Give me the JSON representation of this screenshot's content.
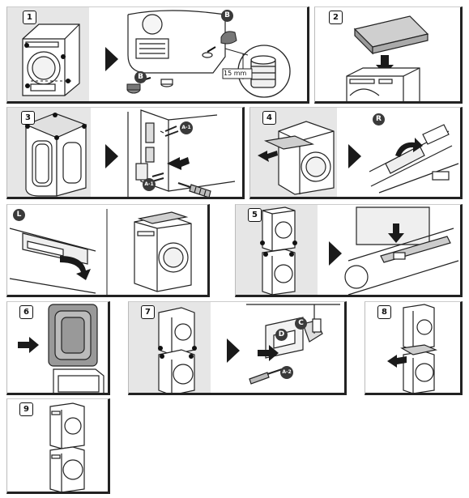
{
  "steps": [
    {
      "number": "1",
      "callouts": [
        "B",
        "B"
      ],
      "dimension": "15 mm"
    },
    {
      "number": "2"
    },
    {
      "number": "3",
      "callouts": [
        "A-1",
        "A-1"
      ]
    },
    {
      "number": "4",
      "callouts": [
        "R"
      ]
    },
    {
      "number": "",
      "callouts": [
        "L"
      ]
    },
    {
      "number": "5"
    },
    {
      "number": "6"
    },
    {
      "number": "7",
      "callouts": [
        "C",
        "D",
        "A-2"
      ]
    },
    {
      "number": "8"
    },
    {
      "number": "9"
    }
  ],
  "colors": {
    "outline": "#222222",
    "shade": "#e6e6e6",
    "callout_bg": "#3a3a3a",
    "arrow": "#1a1a1a"
  }
}
